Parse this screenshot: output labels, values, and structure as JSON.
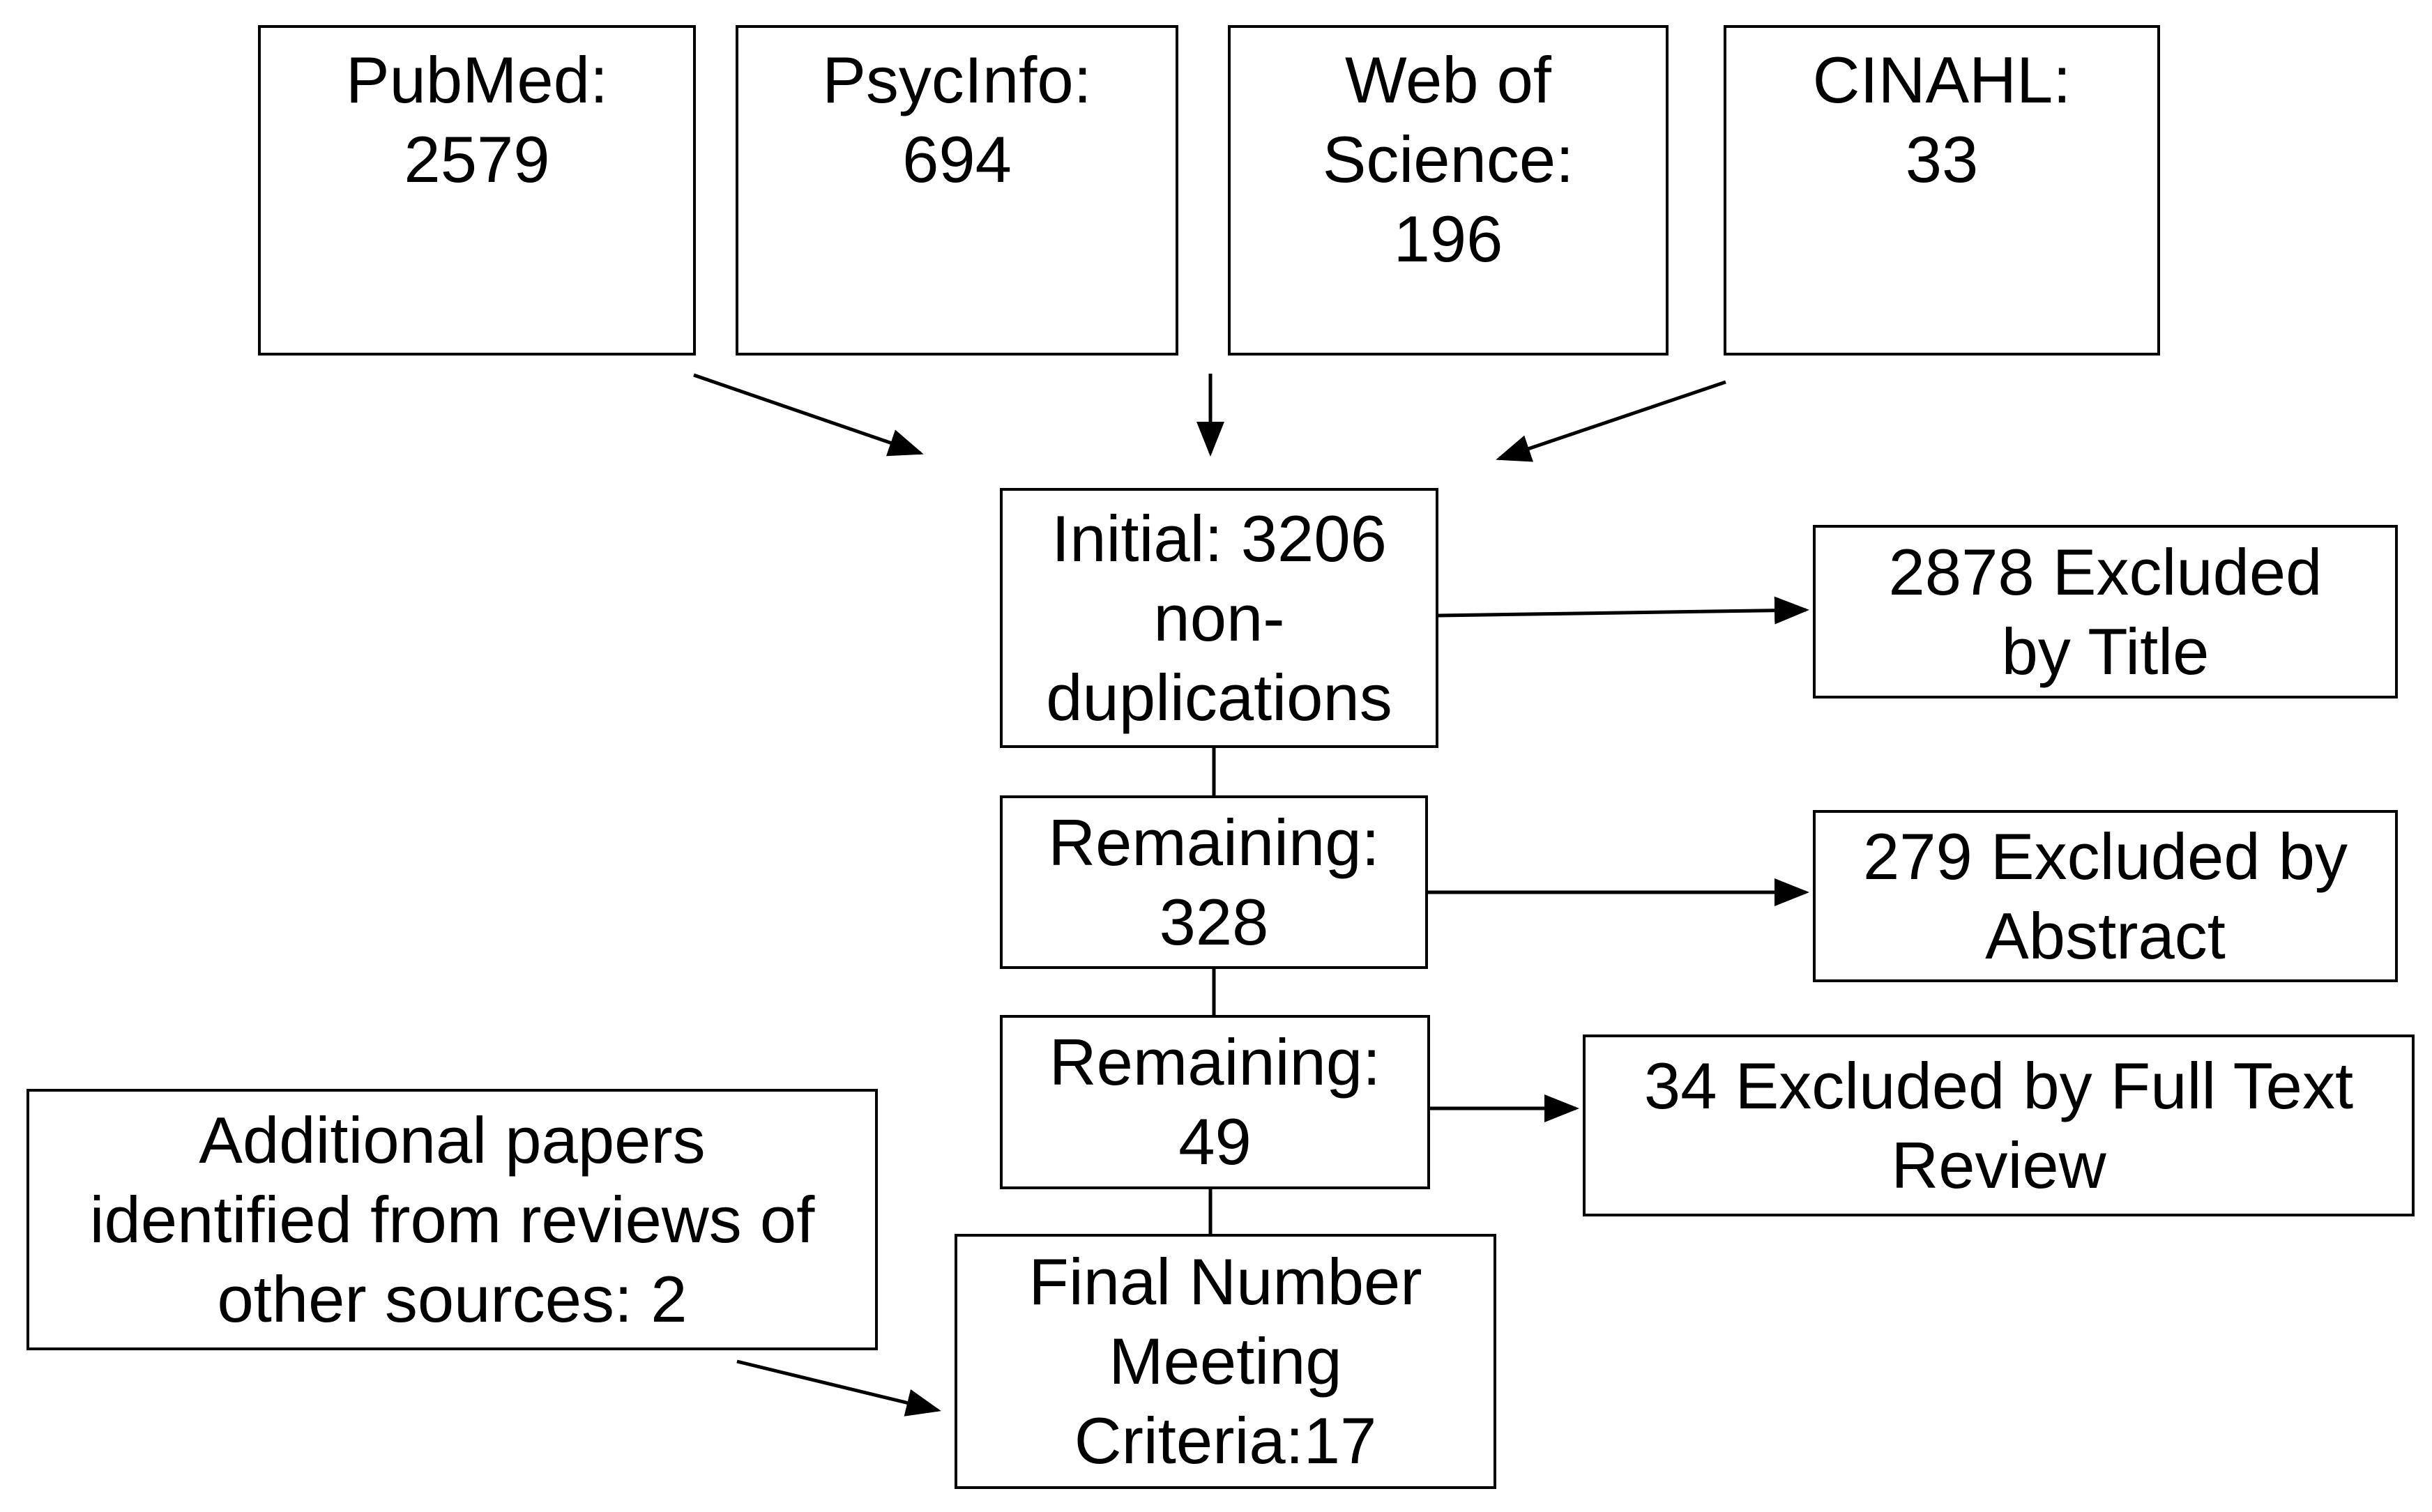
{
  "sources": [
    {
      "id": "pubmed",
      "label": "PubMed:\n2579"
    },
    {
      "id": "psycinfo",
      "label": "PsycInfo:\n694"
    },
    {
      "id": "wos",
      "label": "Web of\nScience:\n196"
    },
    {
      "id": "cinahl",
      "label": "CINAHL:\n33"
    }
  ],
  "flow": {
    "initial": "Initial: 3206\nnon-\nduplications",
    "remaining_1": "Remaining:\n328",
    "remaining_2": "Remaining:\n49",
    "final": "Final Number\nMeeting\nCriteria:17"
  },
  "exclusions": {
    "title": "2878 Excluded\nby Title",
    "abstract": "279 Excluded by\nAbstract",
    "full_text": "34 Excluded by Full Text\nReview"
  },
  "additional": "Additional papers\nidentified from reviews of\nother sources: 2",
  "colors": {
    "line": "#000000",
    "box_border": "#000000",
    "background": "#ffffff"
  }
}
